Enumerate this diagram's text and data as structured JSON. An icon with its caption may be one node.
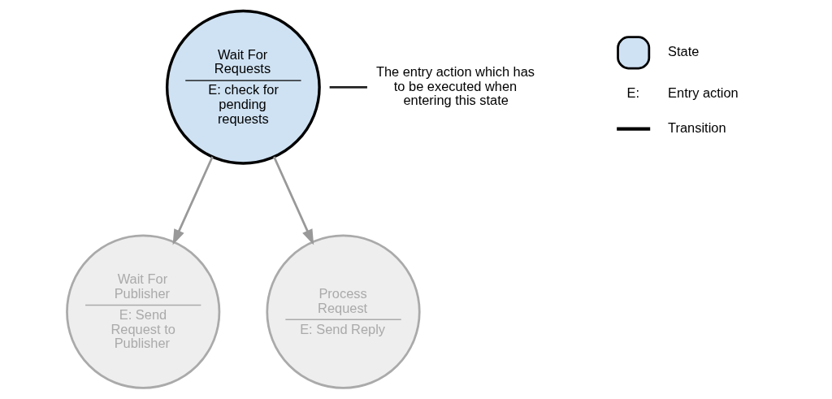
{
  "diagram": {
    "nodes": [
      {
        "text": [
          "Wait For Requests",
          "E: check for pending requests"
        ]
      },
      {
        "text": [
          "Wait For Publisher",
          "E: Send Request to Publisher"
        ]
      },
      {
        "text": [
          "Process Request",
          "E: Send Reply"
        ]
      },
      {
        "text": [
          "The entry action which has to be executed when entering this state"
        ]
      }
    ],
    "edges": [
      {
        "from": 0,
        "to": 1,
        "arrow": "to"
      },
      {
        "from": 0,
        "to": 2,
        "arrow": "to"
      },
      {
        "from": 3,
        "to": 0,
        "arrow": "none",
        "color": "#222222"
      }
    ],
    "labels": [
      "E:"
    ],
    "legend": [
      {
        "text": "State"
      },
      {
        "text": "Entry action"
      },
      {
        "text": "Transition"
      }
    ]
  }
}
